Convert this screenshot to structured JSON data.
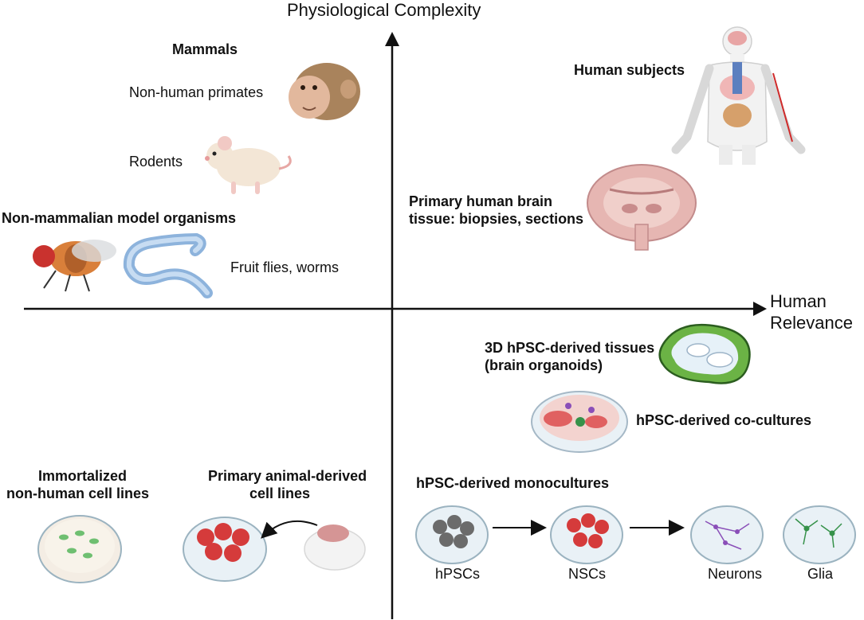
{
  "axes": {
    "y_label": "Physiological Complexity",
    "x_label_line1": "Human",
    "x_label_line2": "Relevance"
  },
  "upper_left": {
    "mammals_heading": "Mammals",
    "primates_label": "Non-human primates",
    "rodents_label": "Rodents",
    "nonmammal_heading": "Non-mammalian model organisms",
    "flies_label": "Fruit flies, worms"
  },
  "upper_right": {
    "human_subjects_heading": "Human subjects",
    "brain_tissue_line1": "Primary human brain",
    "brain_tissue_line2": "tissue: biopsies, sections"
  },
  "lower_left": {
    "immortalized_line1": "Immortalized",
    "immortalized_line2": "non-human cell lines",
    "primary_animal_line1": "Primary animal-derived",
    "primary_animal_line2": "cell lines"
  },
  "lower_right": {
    "organoids_line1": "3D hPSC-derived tissues",
    "organoids_line2": "(brain organoids)",
    "cocultures_label": "hPSC-derived co-cultures",
    "monocultures_heading": "hPSC-derived monocultures",
    "hpscs_label": "hPSCs",
    "nscs_label": "NSCs",
    "neurons_label": "Neurons",
    "glia_label": "Glia"
  }
}
